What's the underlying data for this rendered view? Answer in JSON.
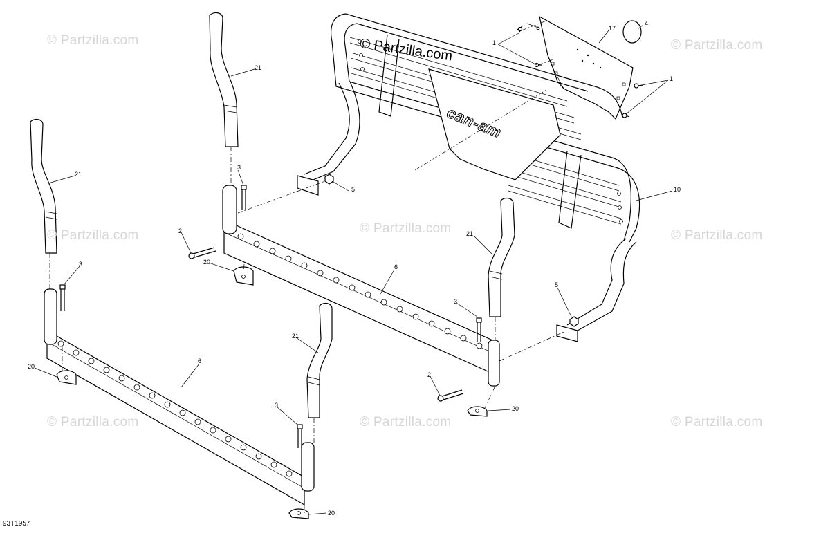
{
  "diagram_id": "93T1957",
  "watermark_text": "© Partzilla.com",
  "brand_text": "can-am",
  "callouts": [
    {
      "label": "1"
    },
    {
      "label": "1"
    },
    {
      "label": "4"
    },
    {
      "label": "17"
    },
    {
      "label": "21"
    },
    {
      "label": "21"
    },
    {
      "label": "21"
    },
    {
      "label": "21"
    },
    {
      "label": "3"
    },
    {
      "label": "3"
    },
    {
      "label": "3"
    },
    {
      "label": "3"
    },
    {
      "label": "5"
    },
    {
      "label": "5"
    },
    {
      "label": "10"
    },
    {
      "label": "2"
    },
    {
      "label": "2"
    },
    {
      "label": "20"
    },
    {
      "label": "20"
    },
    {
      "label": "20"
    },
    {
      "label": "20"
    },
    {
      "label": "6"
    },
    {
      "label": "6"
    }
  ]
}
